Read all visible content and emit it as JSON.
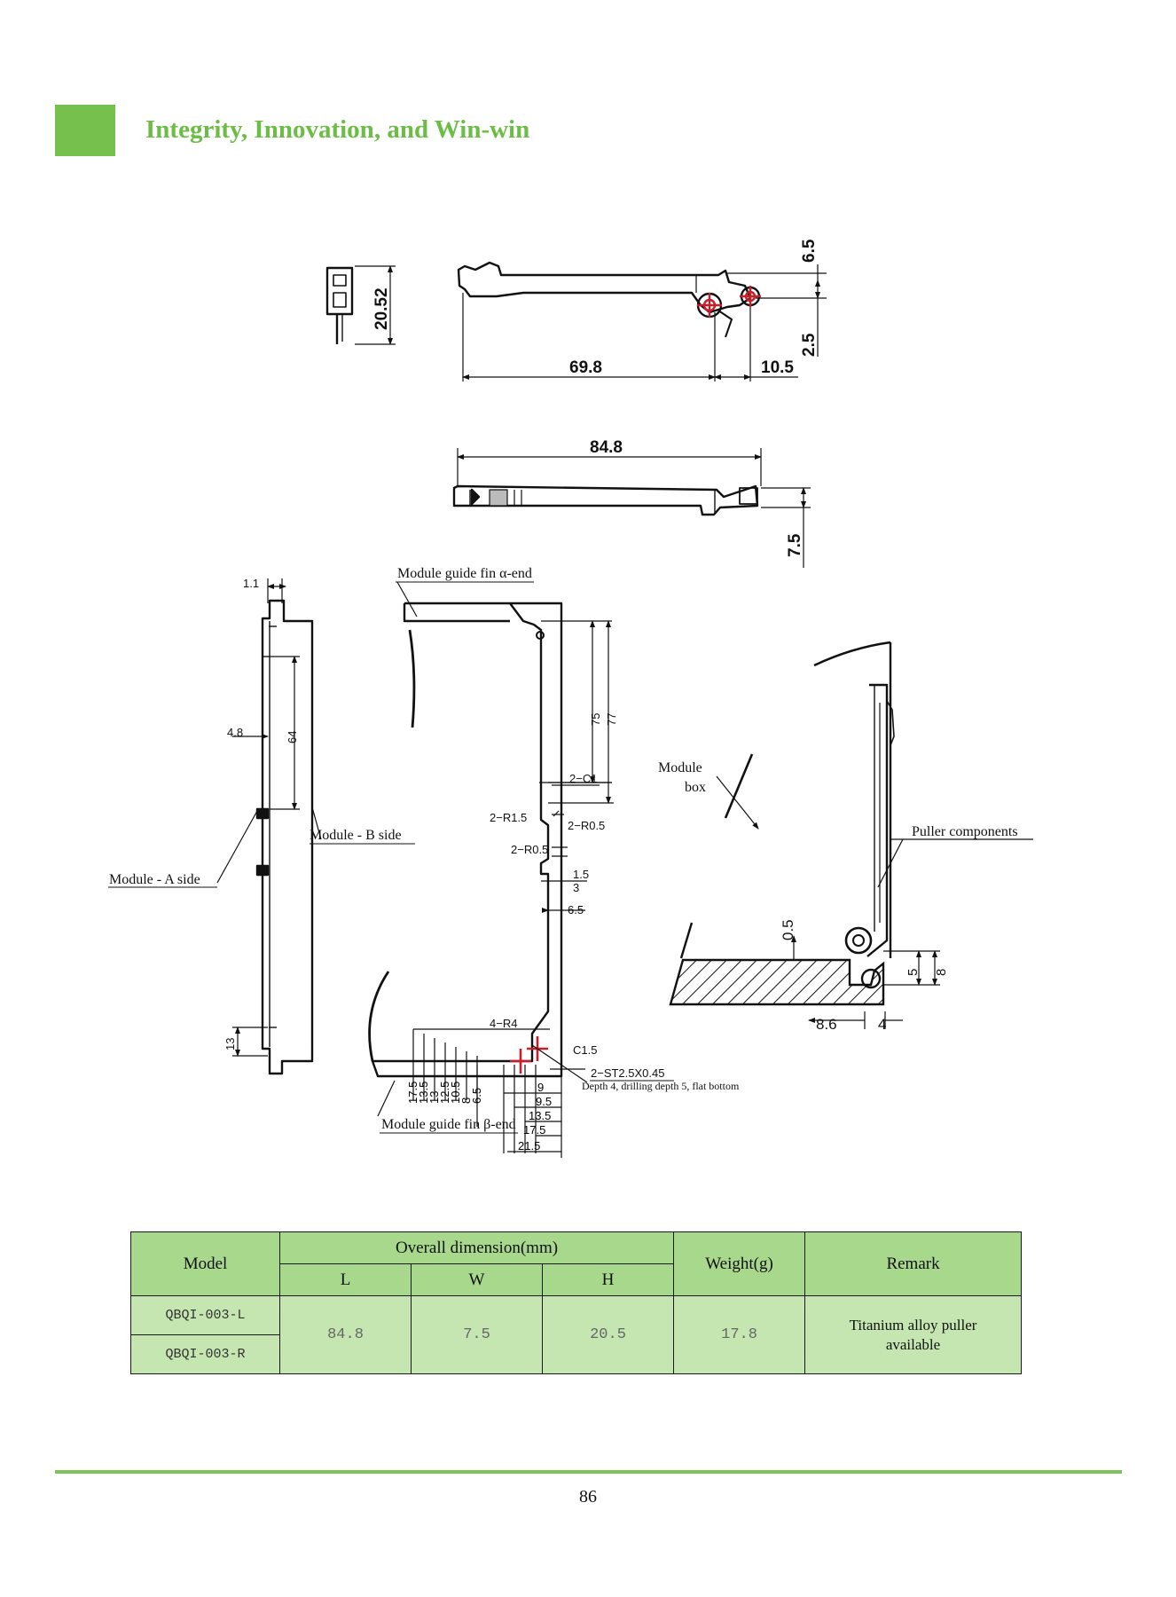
{
  "header": {
    "title": "Integrity, Innovation, and Win-win",
    "accent": "#76c04e"
  },
  "drawing": {
    "dims": {
      "d20_52": "20.52",
      "d6_5": "6.5",
      "d2_5": "2.5",
      "d69_8": "69.8",
      "d10_5": "10.5",
      "d84_8": "84.8",
      "d7_5": "7.5",
      "d1_1": "1.1",
      "d4_8": "4.8",
      "d64": "64",
      "d13": "13",
      "d75": "75",
      "d77": "77",
      "c2_c1": "2−C1",
      "r2_r1_5": "2−R1.5",
      "r2_r0_5a": "2−R0.5",
      "r2_r0_5b": "2−R0.5",
      "d1_5": "1.5",
      "d3": "3",
      "d6_5b": "6.5",
      "r4_r4": "4−R4",
      "c1_5": "C1.5",
      "st": "2−ST2.5X0.45",
      "vert_dims": [
        "17.5",
        "13.5",
        "13",
        "12.5",
        "10.5",
        "8",
        "6.5"
      ],
      "horiz_dims": [
        "9",
        "9.5",
        "13.5",
        "17.5",
        "21.5"
      ],
      "d0_5": "0.5",
      "d8_6": "8.6",
      "d4": "4",
      "d5": "5",
      "d8": "8"
    },
    "labels": {
      "guide_alpha": "Module guide fin α-end",
      "b_side": "Module - B side",
      "a_side": "Module - A side",
      "module_box_1": "Module",
      "module_box_2": "box",
      "puller": "Puller components",
      "drill_note": "Depth 4, drilling depth 5, flat bottom",
      "guide_beta": "Module guide fin β-end"
    }
  },
  "table": {
    "headers": {
      "model": "Model",
      "overall": "Overall dimension(mm)",
      "l": "L",
      "w": "W",
      "h": "H",
      "weight": "Weight(g)",
      "remark": "Remark"
    },
    "rows": {
      "model_1": "QBQI-003-L",
      "model_2": "QBQI-003-R",
      "l": "84.8",
      "w": "7.5",
      "h": "20.5",
      "weight": "17.8",
      "remark_1": "Titanium alloy puller",
      "remark_2": "available"
    },
    "colors": {
      "header_bg": "#a8d88b",
      "cell_bg": "#c6e6b1"
    }
  },
  "footer": {
    "page": "86",
    "line_color": "#7cc35a"
  }
}
